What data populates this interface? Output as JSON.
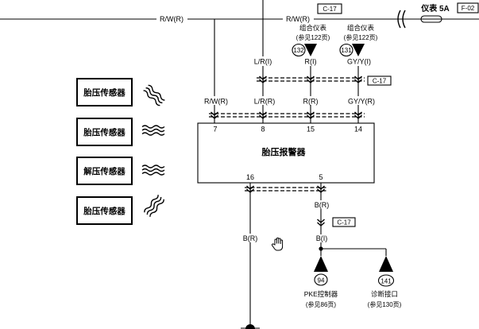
{
  "top_wire": {
    "label_left": "R/W(R)",
    "label_right": "R/W(R)",
    "connector": "C-17"
  },
  "fuse": {
    "label": "仪表 5A",
    "connector": "F-02"
  },
  "incoming_wire": {
    "label": "L/R(I)"
  },
  "cluster_left": {
    "name": "组合仪表",
    "ref": "(参见122页)",
    "point": "132",
    "wire": "R(I)"
  },
  "cluster_right": {
    "name": "组合仪表",
    "ref": "(参见122页)",
    "point": "131",
    "wire": "GY/Y(I)"
  },
  "upper_connector": {
    "label": "C-17"
  },
  "module_wires": [
    "R/W(R)",
    "L/R(R)",
    "R(R)",
    "GY/Y(R)"
  ],
  "module": {
    "title": "胎压报警器",
    "top_pins": [
      "7",
      "8",
      "15",
      "14"
    ],
    "bottom_pins": [
      "16",
      "5"
    ]
  },
  "ground_wire": {
    "label": "B(R)"
  },
  "lower_branch": {
    "wire_upper": "B(R)",
    "connector": "C-17",
    "wire_lower": "B(I)"
  },
  "pke_controller": {
    "point": "94",
    "name": "PKE控制器",
    "ref": "(参见86页)"
  },
  "diagnostic_port": {
    "point": "141",
    "name": "诊断接口",
    "ref": "(参见130页)"
  },
  "sensors": [
    "胎压传感器",
    "胎压传感器",
    "解压传感器",
    "胎压传感器"
  ],
  "icons": {
    "sensor_signal": "wireless-signal-icon",
    "cursor": "hand-cursor-icon",
    "connector": "connector-chevron-icon",
    "fuse": "fuse-icon",
    "ground": "ground-icon"
  },
  "colors": {
    "line": "#000000",
    "background": "#ffffff"
  }
}
